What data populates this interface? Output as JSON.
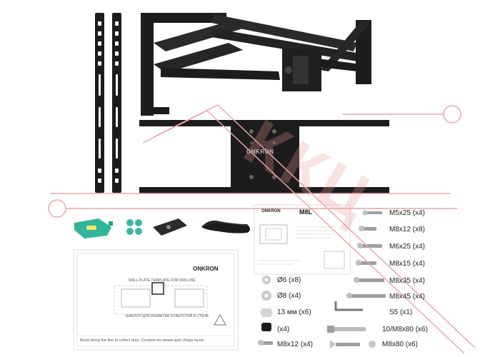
{
  "watermark": {
    "text": "ККЦ"
  },
  "brand": {
    "name": "ONKRON",
    "model": "M8L"
  },
  "template_sheet": {
    "title": "WALL PLATE TEMPLATE FOR DRILLING",
    "title_ru": "ШАБЛОН ДЛЯ РАЗМЕТКИ ОТВЕРСТИЙ В СТЕНЕ",
    "fold_note": "Bend along the line to collect dust. Согните по линии для сбора пыли"
  },
  "screws": [
    {
      "label": "M5x25 (x4)"
    },
    {
      "label": "M8x12 (x8)"
    },
    {
      "label": "M6x25 (x4)"
    },
    {
      "label": "M8x15 (x4)"
    },
    {
      "label": "M8x35 (x4)"
    },
    {
      "label": "M8x45 (x4)"
    }
  ],
  "small_parts": [
    {
      "label": "Ø6 (x8)"
    },
    {
      "label": "Ø8 (x4)"
    },
    {
      "label": "13 мм (x6)"
    },
    {
      "label": "(x4)"
    },
    {
      "label": "M8x12 (x4)"
    }
  ],
  "tools": [
    {
      "label": "S5 (x1)"
    },
    {
      "label": "10/M8x80 (x6)"
    },
    {
      "label": "M8x80 (x6)"
    }
  ],
  "colors": {
    "metal": "#1c1c1c",
    "watermark": "#e9a9a9",
    "level_body": "#2fb59a",
    "clip": "#39b7a3"
  }
}
